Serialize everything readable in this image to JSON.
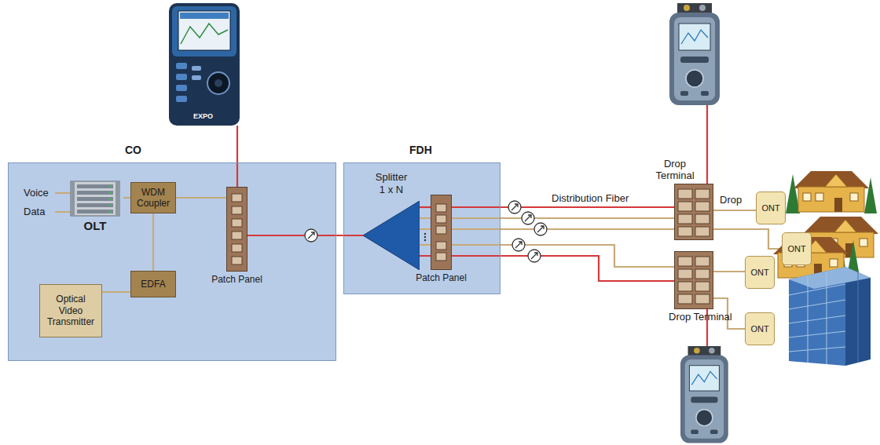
{
  "diagram": {
    "nodes": [
      {
        "text": [
          "CO"
        ]
      },
      {
        "text": [
          "OLT"
        ],
        "in": 0
      },
      {
        "text": [
          "WDM Coupler"
        ],
        "in": 0
      },
      {
        "text": [
          "Optical Video Transmitter"
        ],
        "in": 0
      },
      {
        "text": [
          "EDFA"
        ],
        "in": 0
      },
      {
        "text": [
          "Patch Panel"
        ],
        "in": 0
      },
      {
        "text": [
          "FDH"
        ]
      },
      {
        "text": [
          "Splitter 1 x N"
        ],
        "in": 6
      },
      {
        "text": [
          "Patch Panel"
        ],
        "in": 6
      },
      {
        "text": [
          "Drop Terminal"
        ]
      },
      {
        "text": [
          "ONT"
        ]
      },
      {
        "text": [
          "ONT"
        ]
      },
      {
        "text": [
          "Drop Terminal"
        ]
      },
      {
        "text": [
          "ONT"
        ]
      },
      {
        "text": [
          "ONT"
        ]
      }
    ],
    "edges": [
      {
        "from": 1,
        "to": 2,
        "arrow": "none"
      },
      {
        "from": 2,
        "to": 5,
        "arrow": "none"
      },
      {
        "from": 4,
        "to": 2,
        "arrow": "none"
      },
      {
        "from": 3,
        "to": 4,
        "arrow": "none"
      },
      {
        "from": 5,
        "to": 7,
        "arrow": "none"
      },
      {
        "from": 7,
        "to": 8,
        "arrow": "none"
      },
      {
        "from": 8,
        "to": 9,
        "label": "Distribution Fiber",
        "arrow": "none"
      },
      {
        "from": 8,
        "to": 9,
        "arrow": "none"
      },
      {
        "from": 8,
        "to": 9,
        "arrow": "none"
      },
      {
        "from": 8,
        "to": 12,
        "arrow": "none"
      },
      {
        "from": 8,
        "to": 12,
        "arrow": "none"
      },
      {
        "from": 9,
        "to": 10,
        "label": "Drop",
        "arrow": "none"
      },
      {
        "from": 9,
        "to": 11,
        "arrow": "none"
      },
      {
        "from": 12,
        "to": 13,
        "arrow": "none"
      },
      {
        "from": 12,
        "to": 14,
        "arrow": "none"
      }
    ],
    "labels": [
      "Voice",
      "Data",
      "EXPO"
    ]
  }
}
